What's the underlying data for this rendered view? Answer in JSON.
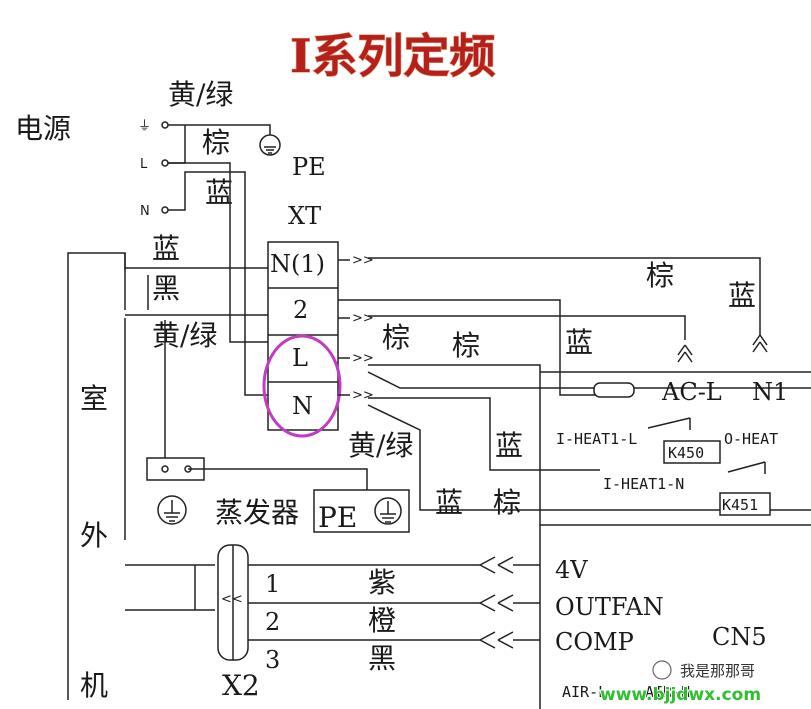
{
  "title": "I系列定频",
  "labels": {
    "power": "电源",
    "yellow_green_top": "黄/绿",
    "brown_top": "棕",
    "blue_top": "蓝",
    "pe_top": "PE",
    "xt": "XT",
    "blue_left": "蓝",
    "black_left": "黑",
    "yellow_green_left": "黄/绿",
    "outdoor_1": "室",
    "outdoor_2": "外",
    "outdoor_3": "机",
    "brown_right": "棕",
    "blue_right": "蓝",
    "brown_mid1": "棕",
    "brown_mid2": "棕",
    "blue_mid": "蓝",
    "yellow_green_mid": "黄/绿",
    "blue_lower": "蓝",
    "brown_lower": "棕",
    "blue_lower_left": "蓝",
    "evaporator": "蒸发器",
    "pe_evap": "PE",
    "purple": "紫",
    "orange": "橙",
    "black_bottom": "黑",
    "x2": "X2",
    "num_1": "1",
    "num_2": "2",
    "num_3": "3"
  },
  "terminals": {
    "n1": "N(1)",
    "t2": "2",
    "l": "L",
    "n": "N"
  },
  "power_pins": {
    "ground": "⏚",
    "l": "L",
    "n": "N"
  },
  "board": {
    "ac_l": "AC-L",
    "n1": "N1",
    "heat_l": "I-HEAT1-L",
    "k450": "K450",
    "o_heat": "O-HEAT",
    "heat_n": "I-HEAT1-N",
    "k451": "K451",
    "v4": "4V",
    "outfan": "OUTFAN",
    "comp": "COMP",
    "cn5": "CN5",
    "air_l": "AIR-L",
    "air_n": "AIR-N"
  },
  "watermark": {
    "account": "我是那那哥",
    "site": "www.bjjdwx.com"
  },
  "colors": {
    "title": "#b5211a",
    "highlight_circle": "#c23bc2",
    "watermark_green": "#2fbf2f"
  }
}
